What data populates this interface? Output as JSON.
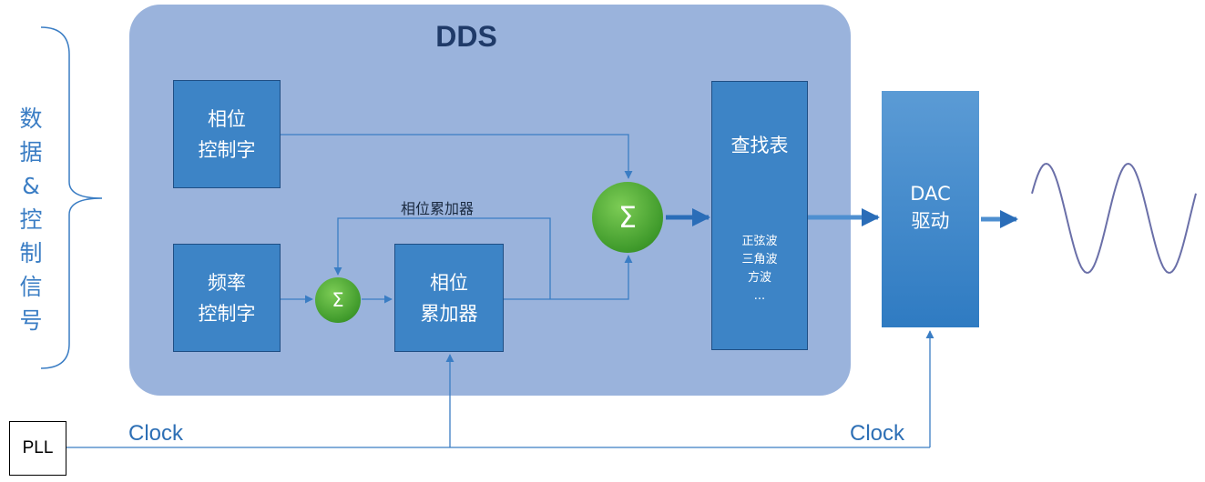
{
  "dds": {
    "title": "DDS"
  },
  "phase_control": {
    "line1": "相位",
    "line2": "控制字"
  },
  "freq_control": {
    "line1": "频率",
    "line2": "控制字"
  },
  "phase_accumulator": {
    "line1": "相位",
    "line2": "累加器"
  },
  "accumulator_caption": "相位累加器",
  "adder_symbol": "Σ",
  "lookup_table": {
    "title": "查找表",
    "items": [
      "正弦波",
      "三角波",
      "方波",
      "..."
    ]
  },
  "dac": {
    "line1": "DAC",
    "line2": "驱动"
  },
  "side_label": [
    "数",
    "据",
    "&",
    "控",
    "制",
    "信",
    "号"
  ],
  "pll": {
    "label": "PLL"
  },
  "clock_left": "Clock",
  "clock_right": "Clock",
  "colors": {
    "block": "#3d84c6",
    "region": "#9ab3dc",
    "adder": "#4fa536",
    "wire": "#3a7dc4",
    "label": "#3a7dc4"
  }
}
